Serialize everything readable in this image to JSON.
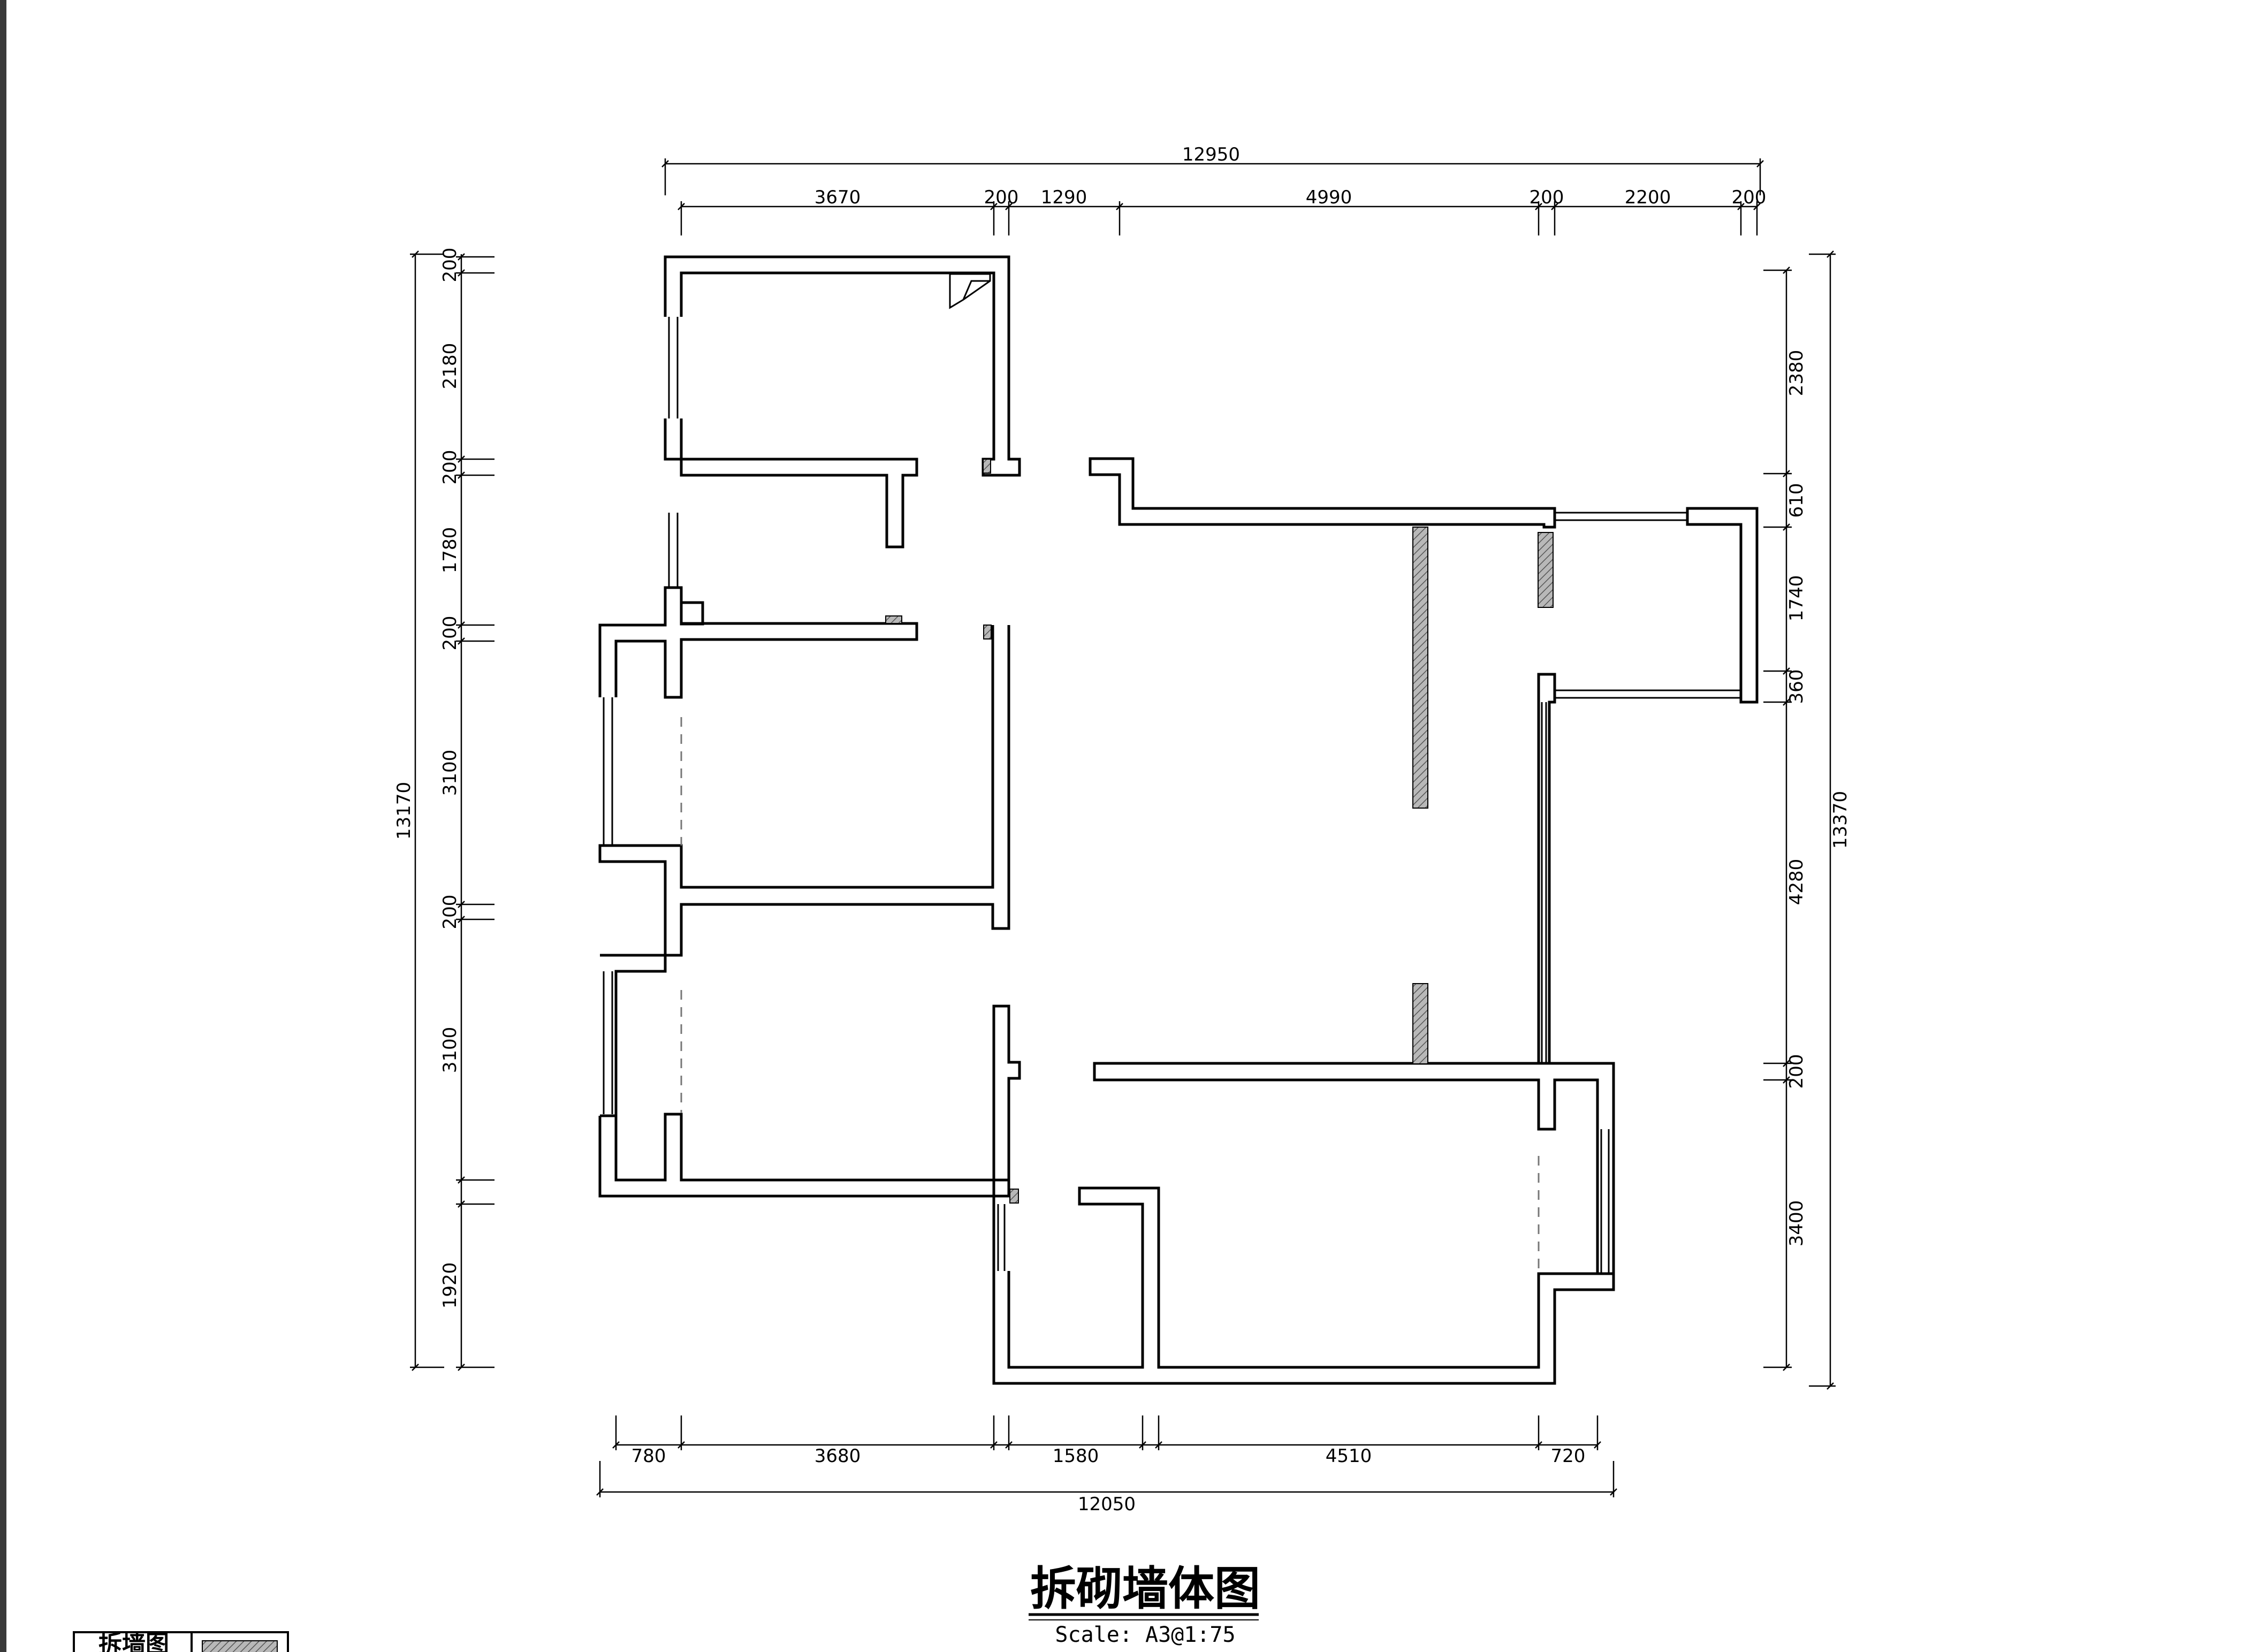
{
  "drawing": {
    "title": "拆砌墙体图",
    "scale": "Scale:  A3@1:75",
    "legend_label": "拆墙图"
  },
  "dimensions": {
    "top_total": "12950",
    "top": [
      "3670",
      "200",
      "1290",
      "4990",
      "200",
      "2200",
      "200"
    ],
    "bottom": [
      "780",
      "3680",
      "1580",
      "4510",
      "720"
    ],
    "bottom_total": "12050",
    "left_total": "13170",
    "left": [
      "200",
      "2180",
      "200",
      "1780",
      "200",
      "3100",
      "200",
      "3100",
      "1920"
    ],
    "right_total": "13370",
    "right": [
      "2380",
      "610",
      "1740",
      "360",
      "4280",
      "200",
      "3400"
    ]
  },
  "colors": {
    "line": "#000000",
    "demolish_fill": "#9a9a9a",
    "background": "#ffffff"
  }
}
